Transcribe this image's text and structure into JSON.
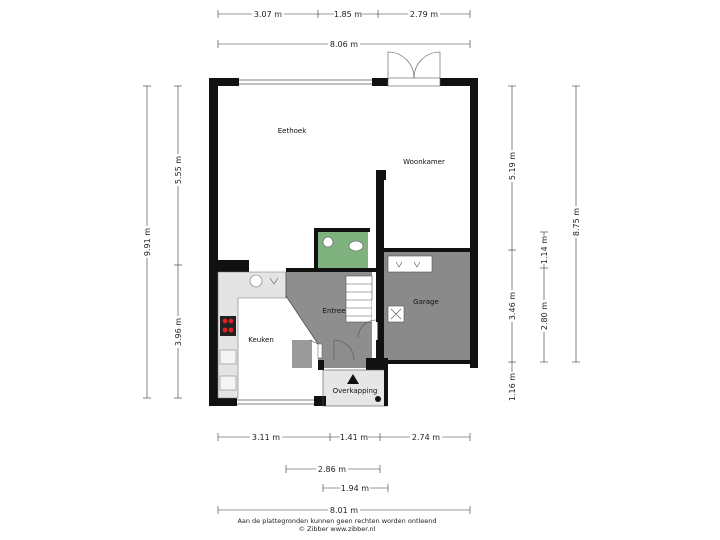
{
  "rooms": {
    "eethoek": "Eethoek",
    "woonkamer": "Woonkamer",
    "entree": "Entree",
    "garage": "Garage",
    "keuken": "Keuken",
    "overkapping": "Overkapping"
  },
  "dimensions": {
    "top_row": [
      "3.07 m",
      "1.85 m",
      "2.79 m"
    ],
    "top_total": "8.06 m",
    "left_outer": "9.91 m",
    "left_upper": "5.55 m",
    "left_lower": "3.96 m",
    "right_upper": "5.19 m",
    "right_mid": "1.14 m",
    "right_lower": "3.46 m",
    "right_small": "2.80 m",
    "right_bottom": "1.16 m",
    "right_outer": "8.75 m",
    "bottom_row": [
      "3.11 m",
      "1.41 m",
      "2.74 m"
    ],
    "bottom_mid": "2.86 m",
    "bottom_small": "1.94 m",
    "bottom_total": "8.01 m"
  },
  "footer": {
    "disclaimer": "Aan de plattegronden kunnen geen rechten worden ontleend",
    "copyright": "© Zibber www.zibber.nl"
  },
  "colors": {
    "wall": "#111111",
    "garage_floor": "#8a8a8a",
    "entree_floor": "#8e8e8e",
    "toilet_floor": "#7fb27f",
    "porch_floor": "#e6e6e6"
  }
}
